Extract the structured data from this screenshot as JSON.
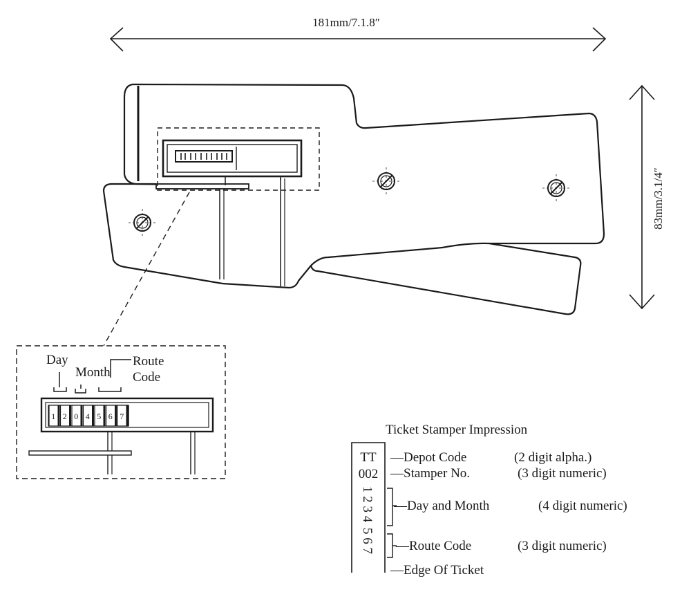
{
  "dimensions": {
    "width_label": "181mm/7.1.8″",
    "height_label": "83mm/3.1/4″"
  },
  "detail": {
    "labels": {
      "day": "Day",
      "month": "Month",
      "route_line1": "Route",
      "route_line2": "Code"
    },
    "digits": [
      "1",
      "2",
      "0",
      "4",
      "5",
      "6",
      "7"
    ]
  },
  "impression": {
    "title": "Ticket Stamper Impression",
    "strip_lines": {
      "depot": "TT",
      "stamper": "002",
      "day_month": "1 2 3 4",
      "route": "5 6 7"
    },
    "rows": {
      "depot": {
        "label": "—Depot Code",
        "format": "(2 digit alpha.)"
      },
      "stamper": {
        "label": "—Stamper No.",
        "format": "(3 digit numeric)"
      },
      "day_month": {
        "label": "—Day and Month",
        "format": "(4 digit numeric)"
      },
      "route": {
        "label": "—Route Code",
        "format": "(3 digit numeric)"
      },
      "edge": {
        "label": "—Edge Of Ticket"
      }
    }
  }
}
